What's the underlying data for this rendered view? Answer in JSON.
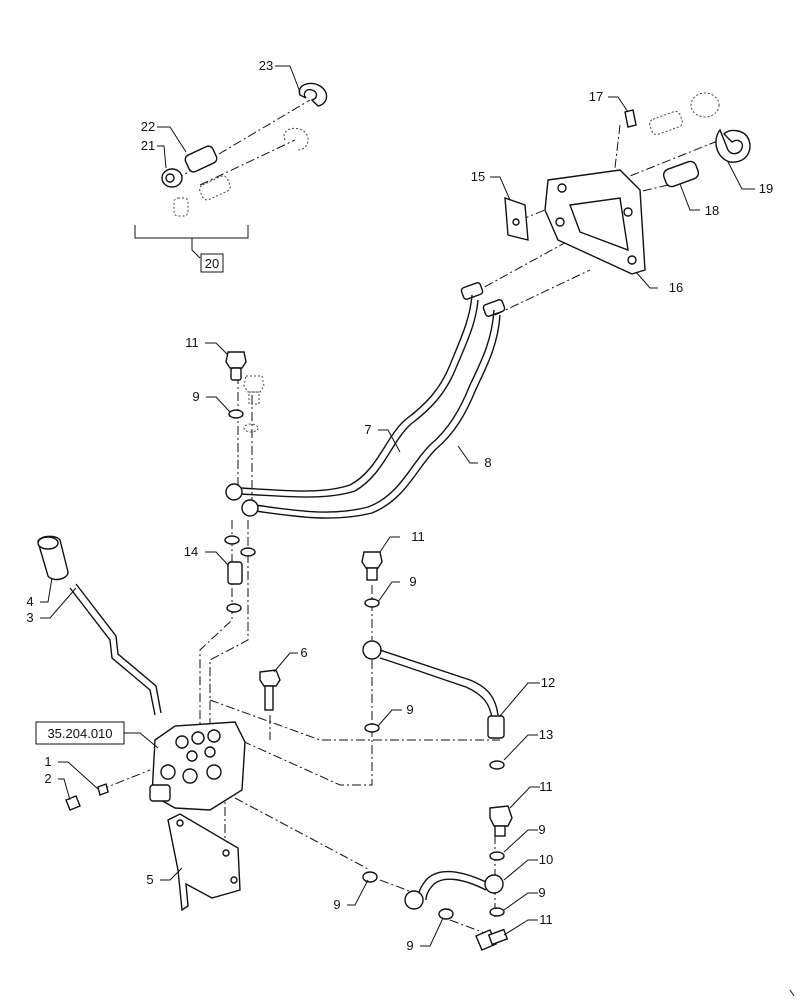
{
  "callouts": {
    "c1": "1",
    "c2": "2",
    "c3": "3",
    "c4": "4",
    "c5": "5",
    "c6": "6",
    "c7": "7",
    "c8": "8",
    "c9a": "9",
    "c9b": "9",
    "c9c": "9",
    "c9d": "9",
    "c9e": "9",
    "c9f": "9",
    "c9g": "9",
    "c10": "10",
    "c11a": "11",
    "c11b": "11",
    "c11c": "11",
    "c11d": "11",
    "c12": "12",
    "c13": "13",
    "c14": "14",
    "c15": "15",
    "c16": "16",
    "c17": "17",
    "c18": "18",
    "c19": "19",
    "c20": "20",
    "c21": "21",
    "c22": "22",
    "c23": "23"
  },
  "reference_box": "35.204.010"
}
